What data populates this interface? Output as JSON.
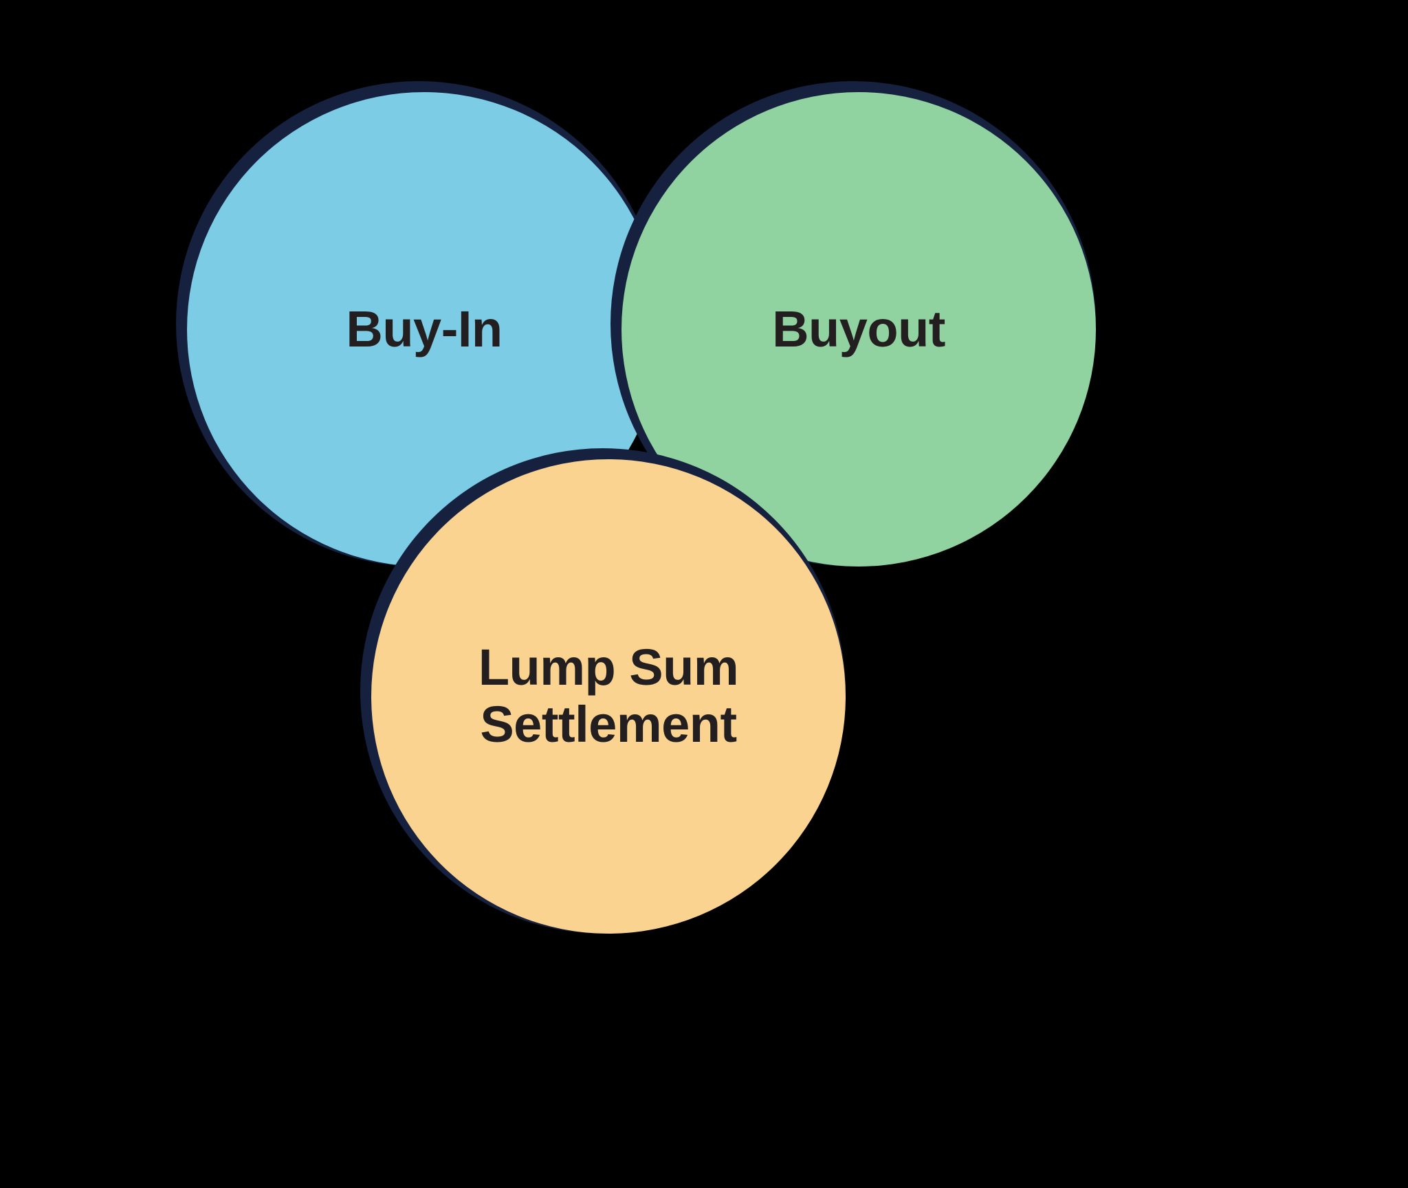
{
  "diagram": {
    "type": "venn-style-circles",
    "title": "",
    "background_color": "#000000",
    "outline_color": "#16203f",
    "text_color": "#231f20",
    "nodes": [
      {
        "id": "buy-in",
        "label": "Buy-In",
        "fill_color": "#7ccce5",
        "color_name": "light-blue",
        "position": "top-left"
      },
      {
        "id": "buyout",
        "label": "Buyout",
        "fill_color": "#91d3a0",
        "color_name": "green",
        "position": "top-right"
      },
      {
        "id": "lump-sum-settlement",
        "label": "Lump Sum\nSettlement",
        "fill_color": "#fbd391",
        "color_name": "orange",
        "position": "bottom-center"
      }
    ]
  }
}
